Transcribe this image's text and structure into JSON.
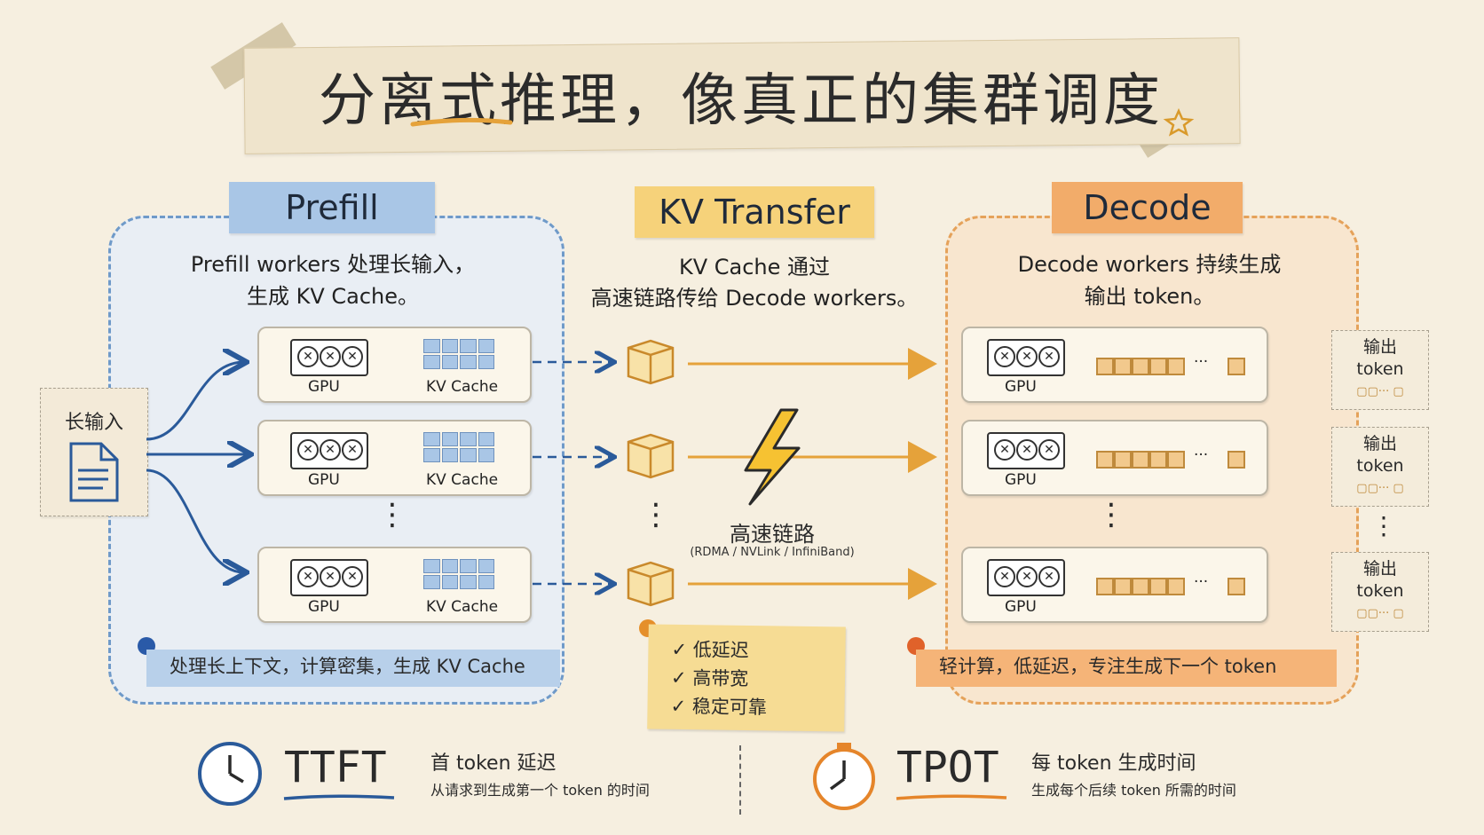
{
  "title": "分离式推理，像真正的集群调度",
  "input_card": {
    "label": "长输入",
    "icon": "document-icon"
  },
  "prefill": {
    "tag": "Prefill",
    "description_line1": "Prefill workers 处理长输入，",
    "description_line2": "生成 KV Cache。",
    "gpu_label": "GPU",
    "kv_label": "KV Cache",
    "ellipsis": "⋮",
    "note": "处理长上下文，计算密集，生成 KV Cache"
  },
  "transfer": {
    "tag": "KV Transfer",
    "description_line1": "KV Cache 通过",
    "description_line2": "高速链路传给 Decode workers。",
    "link_title": "高速链路",
    "link_subtitle": "(RDMA / NVLink / InfiniBand)",
    "ellipsis": "⋮",
    "checks": [
      "低延迟",
      "高带宽",
      "稳定可靠"
    ],
    "check_mark": "✓"
  },
  "decode": {
    "tag": "Decode",
    "description_line1": "Decode workers 持续生成",
    "description_line2": "输出 token。",
    "gpu_label": "GPU",
    "dots": "···",
    "ellipsis": "⋮",
    "note": "轻计算，低延迟，专注生成下一个 token",
    "output_line1": "输出",
    "output_line2": "token"
  },
  "metrics": {
    "ttft": {
      "name": "TTFT",
      "title": "首 token 延迟",
      "subtitle": "从请求到生成第一个 token 的时间",
      "icon": "clock-icon"
    },
    "tpot": {
      "name": "TPOT",
      "title": "每 token 生成时间",
      "subtitle": "生成每个后续 token 所需的时间",
      "icon": "stopwatch-icon"
    }
  },
  "colors": {
    "prefill": "#a9c6e6",
    "transfer": "#f6d27a",
    "decode": "#f2ac6a",
    "arrow_blue": "#2a5a9a",
    "arrow_orange": "#e5a23a"
  }
}
